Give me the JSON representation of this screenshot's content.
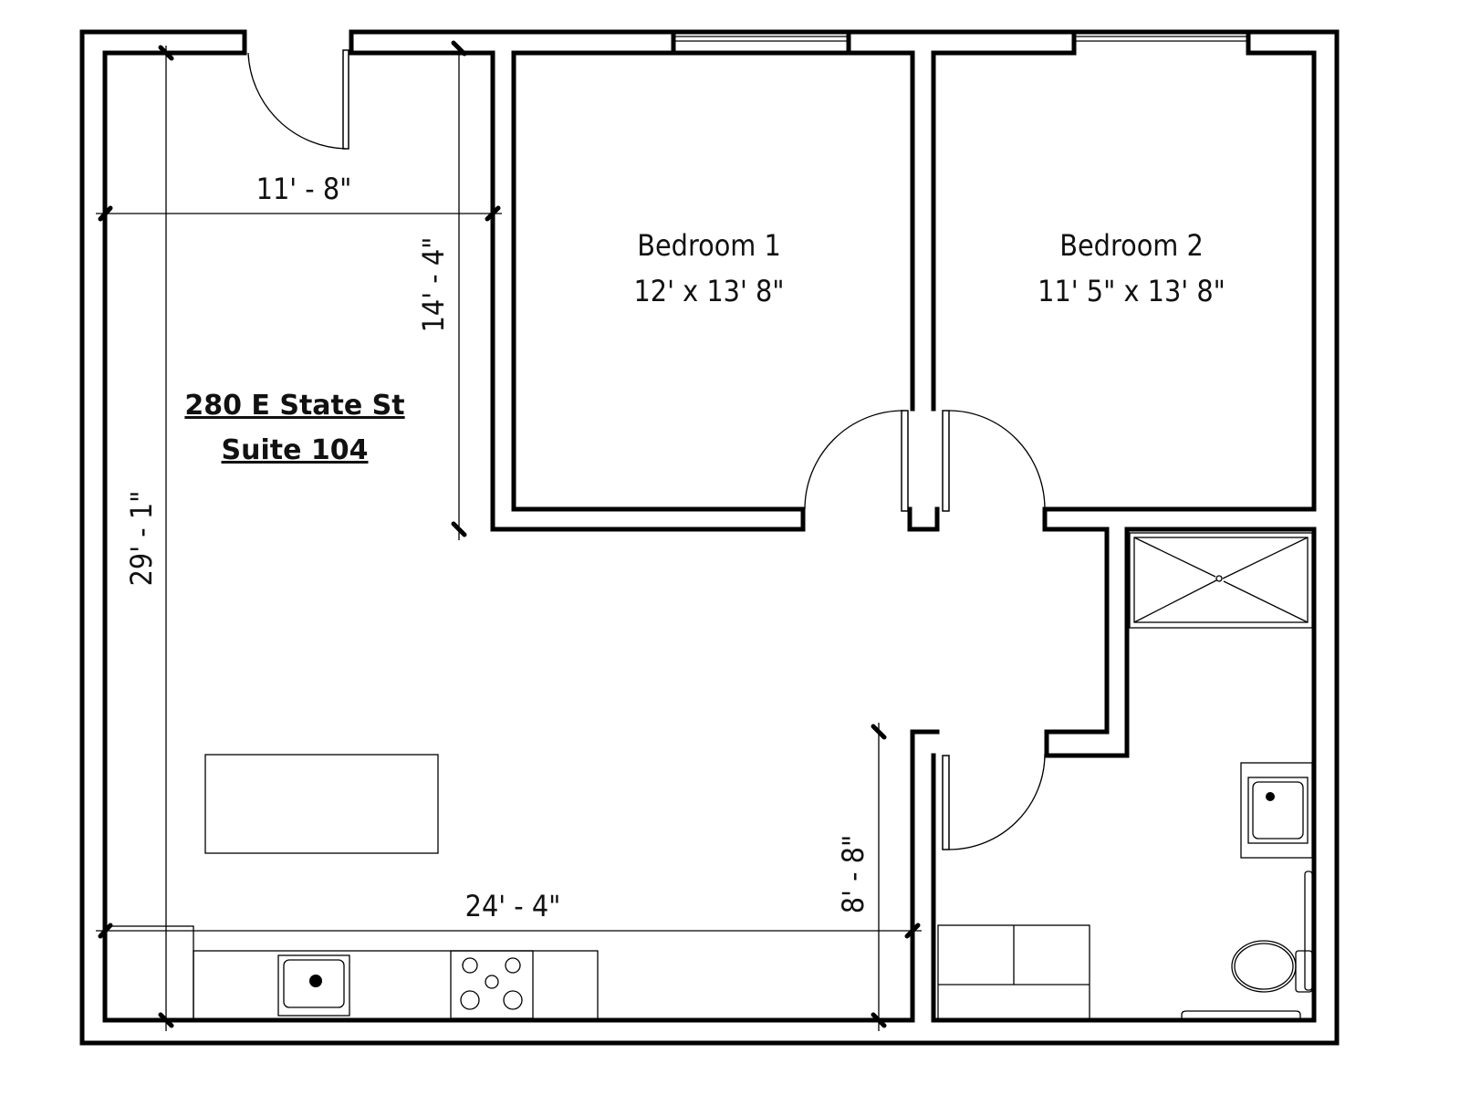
{
  "address": {
    "line1": "280 E State St",
    "line2": "Suite 104"
  },
  "rooms": [
    {
      "name": "Bedroom 1",
      "size": "12' x 13' 8\""
    },
    {
      "name": "Bedroom 2",
      "size": "11' 5\" x 13' 8\""
    }
  ],
  "dimensions": {
    "living_width": "11' - 8\"",
    "living_depth": "14' - 4\"",
    "overall_depth": "29' - 1\"",
    "kitchen_width": "24' - 4\"",
    "bath_wall": "8' - 8\""
  }
}
